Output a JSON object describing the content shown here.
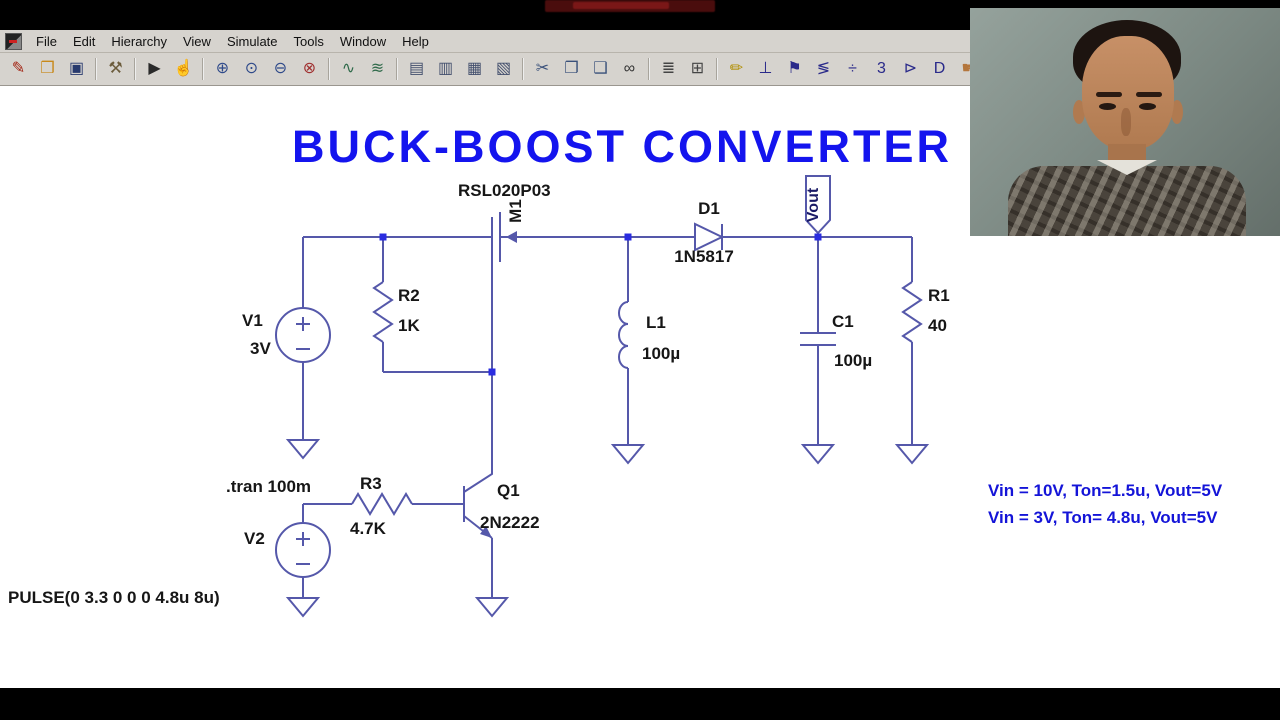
{
  "window": {
    "menu": [
      "File",
      "Edit",
      "Hierarchy",
      "View",
      "Simulate",
      "Tools",
      "Window",
      "Help"
    ],
    "toolbar": [
      {
        "name": "new-schematic",
        "glyph": "✎",
        "color": "#a22211"
      },
      {
        "name": "open-file",
        "glyph": "❒",
        "color": "#c8891a"
      },
      {
        "name": "save-file",
        "glyph": "▣",
        "color": "#283a6e"
      },
      {
        "sep": true
      },
      {
        "name": "control-panel",
        "glyph": "⚒",
        "color": "#6b5b3b"
      },
      {
        "sep": true
      },
      {
        "name": "run-simulation",
        "glyph": "▶",
        "color": "#2a2a2a"
      },
      {
        "name": "halt-simulation",
        "glyph": "☝",
        "color": "#a0522d"
      },
      {
        "sep": true
      },
      {
        "name": "zoom-in",
        "glyph": "⊕",
        "color": "#2f4a8a"
      },
      {
        "name": "zoom-region",
        "glyph": "⊙",
        "color": "#2f4a8a"
      },
      {
        "name": "zoom-out",
        "glyph": "⊖",
        "color": "#2f4a8a"
      },
      {
        "name": "zoom-full-extents",
        "glyph": "⊗",
        "color": "#a03030"
      },
      {
        "sep": true
      },
      {
        "name": "autorange-y-axis",
        "glyph": "∿",
        "color": "#2f6a4a"
      },
      {
        "name": "plot-settings",
        "glyph": "≋",
        "color": "#2f6a4a"
      },
      {
        "sep": true
      },
      {
        "name": "tile-horizontally",
        "glyph": "▤",
        "color": "#44506e"
      },
      {
        "name": "tile-vertically",
        "glyph": "▥",
        "color": "#44506e"
      },
      {
        "name": "cascade-windows",
        "glyph": "▦",
        "color": "#44506e"
      },
      {
        "name": "close-window",
        "glyph": "▧",
        "color": "#44506e"
      },
      {
        "sep": true
      },
      {
        "name": "cut",
        "glyph": "✂",
        "color": "#39507a"
      },
      {
        "name": "copy",
        "glyph": "❐",
        "color": "#39507a"
      },
      {
        "name": "paste",
        "glyph": "❑",
        "color": "#39507a"
      },
      {
        "name": "find",
        "glyph": "∞",
        "color": "#333333"
      },
      {
        "sep": true
      },
      {
        "name": "print",
        "glyph": "≣",
        "color": "#444444"
      },
      {
        "name": "print-preview",
        "glyph": "⊞",
        "color": "#444444"
      },
      {
        "sep": true
      },
      {
        "name": "draw-wire",
        "glyph": "✏",
        "color": "#b08d00"
      },
      {
        "name": "place-ground",
        "glyph": "⊥",
        "color": "#2a2a8a"
      },
      {
        "name": "place-net-label",
        "glyph": "⚑",
        "color": "#2a2a8a"
      },
      {
        "name": "place-resistor",
        "glyph": "≶",
        "color": "#2a2a8a"
      },
      {
        "name": "place-capacitor",
        "glyph": "÷",
        "color": "#2a2a8a"
      },
      {
        "name": "place-inductor",
        "glyph": "3",
        "color": "#2a2a8a"
      },
      {
        "name": "place-diode",
        "glyph": "⊳",
        "color": "#2a2a8a"
      },
      {
        "name": "place-component",
        "glyph": "D",
        "color": "#2a2a8a"
      },
      {
        "name": "move",
        "glyph": "☛",
        "color": "#b4763c"
      }
    ]
  },
  "schematic": {
    "title": "BUCK-BOOST CONVERTER",
    "components": {
      "v1": {
        "name": "V1",
        "value": "3V"
      },
      "v2": {
        "name": "V2"
      },
      "r1": {
        "name": "R1",
        "value": "40"
      },
      "r2": {
        "name": "R2",
        "value": "1K"
      },
      "r3": {
        "name": "R3",
        "value": "4.7K"
      },
      "l1": {
        "name": "L1",
        "value": "100µ"
      },
      "c1": {
        "name": "C1",
        "value": "100µ"
      },
      "m1": {
        "name": "M1",
        "model": "RSL020P03"
      },
      "d1": {
        "name": "D1",
        "model": "1N5817"
      },
      "q1": {
        "name": "Q1",
        "model": "2N2222"
      }
    },
    "net_labels": {
      "vout": "Vout"
    },
    "directives": {
      "tran": ".tran 100m",
      "pulse": "PULSE(0 3.3 0 0 0 4.8u 8u)"
    },
    "annotations": [
      "Vin = 10V, Ton=1.5u, Vout=5V",
      "Vin = 3V, Ton= 4.8u, Vout=5V"
    ]
  },
  "colors": {
    "wire": "#5558aa",
    "node": "#2a2ce0",
    "title": "#1414ee",
    "annotation": "#1414d8",
    "label": "#161616"
  }
}
